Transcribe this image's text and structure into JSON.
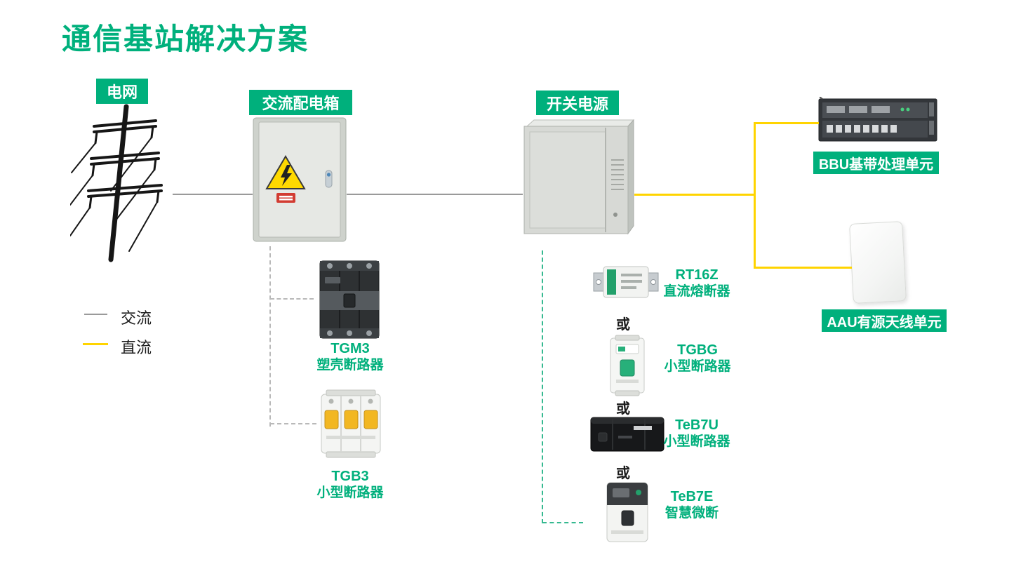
{
  "title": "通信基站解决方案",
  "colors": {
    "green": "#00b07c",
    "yellow": "#ffd400",
    "gray": "#9a9a9a"
  },
  "nodes": {
    "grid": "电网",
    "ac_box": "交流配电箱",
    "power": "开关电源",
    "bbu": "BBU基带处理单元",
    "aau": "AAU有源天线单元"
  },
  "legend": {
    "ac": "交流",
    "dc": "直流"
  },
  "or_label": "或",
  "components": {
    "tgm3": {
      "name": "TGM3",
      "desc": "塑壳断路器"
    },
    "tgb3": {
      "name": "TGB3",
      "desc": "小型断路器"
    },
    "rt16z": {
      "name": "RT16Z",
      "desc": "直流熔断器"
    },
    "tgbg": {
      "name": "TGBG",
      "desc": "小型断路器"
    },
    "teb7u": {
      "name": "TeB7U",
      "desc": "小型断路器"
    },
    "teb7e": {
      "name": "TeB7E",
      "desc": "智慧微断"
    }
  }
}
